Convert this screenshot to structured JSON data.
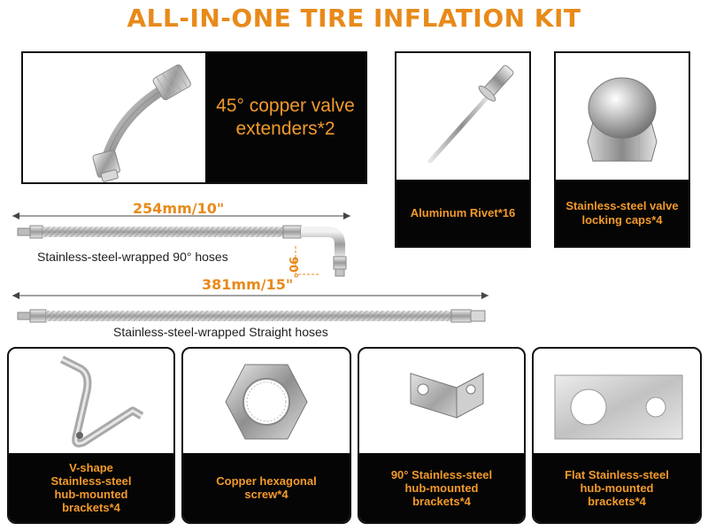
{
  "title": "ALL-IN-ONE TIRE INFLATION KIT",
  "feature": {
    "label_line1": "45° copper valve",
    "label_line2": "extenders*2"
  },
  "cards_top": [
    {
      "label_line1": "Aluminum Rivet*16",
      "label_line2": ""
    },
    {
      "label_line1": "Stainless-steel valve",
      "label_line2": "locking caps*4"
    }
  ],
  "hoses": {
    "bent": {
      "measure": "254mm/10\"",
      "caption": "Stainless-steel-wrapped 90° hoses",
      "angle": "90°"
    },
    "straight": {
      "measure": "381mm/15\"",
      "caption": "Stainless-steel-wrapped Straight hoses"
    }
  },
  "cards_bottom": [
    {
      "lines": [
        "V-shape",
        "Stainless-steel",
        "hub-mounted",
        "brackets*4"
      ]
    },
    {
      "lines": [
        "Copper hexagonal",
        "screw*4"
      ]
    },
    {
      "lines": [
        "90° Stainless-steel",
        "hub-mounted",
        "brackets*4"
      ]
    },
    {
      "lines": [
        "Flat Stainless-steel",
        "hub-mounted",
        "brackets*4"
      ]
    }
  ],
  "colors": {
    "accent": "#e88a1a",
    "label_bg": "#050505",
    "border": "#111111"
  }
}
